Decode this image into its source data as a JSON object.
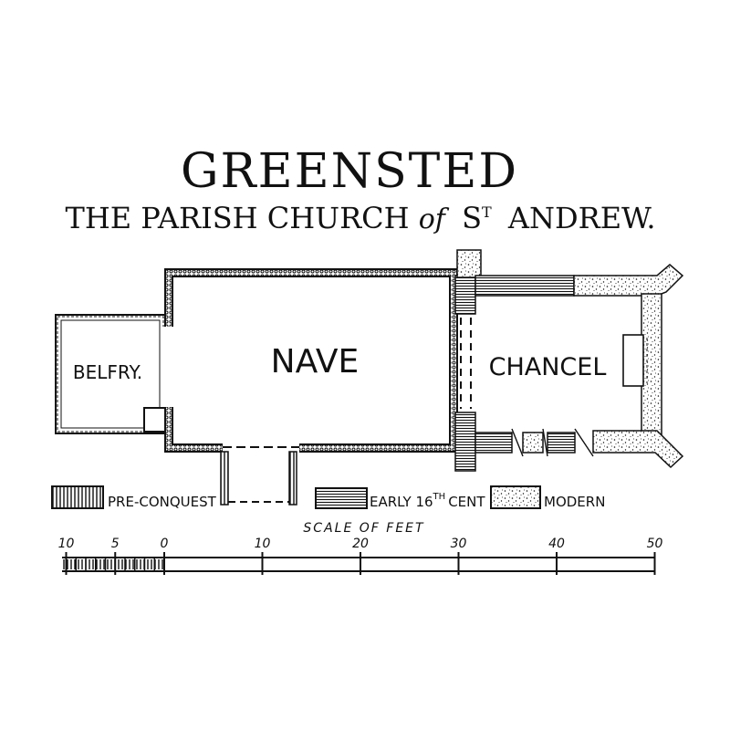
{
  "title": "GREENSTED",
  "subtitle": {
    "pre": "THE PARISH CHURCH",
    "of": "of",
    "st": "S",
    "st_sup": "T",
    "post": "ANDREW."
  },
  "rooms": {
    "belfry": "BELFRY.",
    "nave": "NAVE",
    "chancel": "CHANCEL"
  },
  "legend": {
    "pre_conquest": "PRE-CONQUEST",
    "early_16th": "EARLY 16",
    "early_16th_sup": "TH",
    "early_16th_suffix": "CENT",
    "modern": "MODERN"
  },
  "scale": {
    "caption": "SCALE OF FEET",
    "ticks": [
      "10",
      "5",
      "0",
      "10",
      "20",
      "30",
      "40",
      "50"
    ]
  },
  "colors": {
    "ink": "#111111",
    "paper": "#ffffff"
  }
}
